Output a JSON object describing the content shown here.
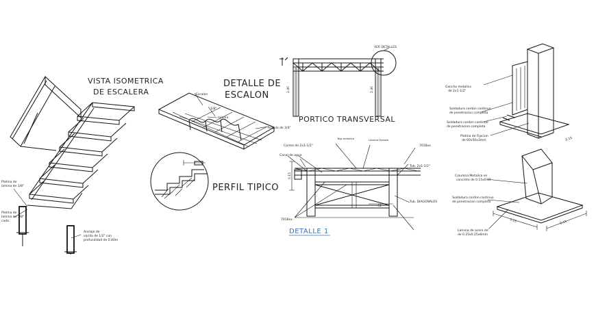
{
  "titles": {
    "stair_iso_1": "VISTA ISOMETRICA",
    "stair_iso_2": "DE ESCALERA",
    "step_detail_1": "DETALLE DE",
    "step_detail_2": "ESCALON",
    "portico": "PORTICO TRANSVERSAL",
    "perfil": "PERFIL TIPICO",
    "detalle1": "DETALLE 1"
  },
  "notes": {
    "stair_1a": "Platina de",
    "stair_1b": "lamina de 1/8\"",
    "stair_2a": "Platina de",
    "stair_2b": "lamina de 1/8\"",
    "stair_2c": "cada",
    "stair_3a": "Anclaje de",
    "stair_3b": "varilla de 1/2\" con",
    "stair_3c": "profundidad de 0.40m",
    "step_1": "Escalon",
    "step_2": "1/8\"",
    "step_3": "lamina",
    "step_4": "Angulo de 3/4\"",
    "ver_detalles": "VER DETALLES",
    "det_correa": "Correa de 2x1-1/2\"",
    "det_teja": "Teja metalica",
    "det_lamina": "Lamina Hyesen",
    "det_canal": "Canal de agua",
    "det_7018_a": "7018xx",
    "det_7018_b": "7018xx",
    "det_tub1": "Tub. 2x1-1/2\"",
    "det_tub2": "Tub. DIAGONALES",
    "det_dim": ".51",
    "col_1a": "Gancho metalico",
    "col_1b": "de 2x1-1/2\"",
    "col_2a": "Soldadura cordon continuo",
    "col_2b": "de penetracion completa",
    "col_3a": "Soldadura cordon continuo",
    "col_3b": "de penetracion completa",
    "col_4a": "Platina de Fijacion",
    "col_4b": "de 60x50x3mm",
    "col_5a": "Columna Metalica en",
    "col_5b": "concreto de 0.15x0.15",
    "col_6a": "Soldadura cordon continuo",
    "col_6b": "de penetracion completa",
    "col_7a": "Lamina de acero de",
    "col_7b": "de 0.25x0.25x6mm",
    "col_dim1": "0.15",
    "col_dim2": "0.15",
    "col_dim3": "0.15",
    "por_dim1": "2.40",
    "por_dim2": "2.40"
  }
}
